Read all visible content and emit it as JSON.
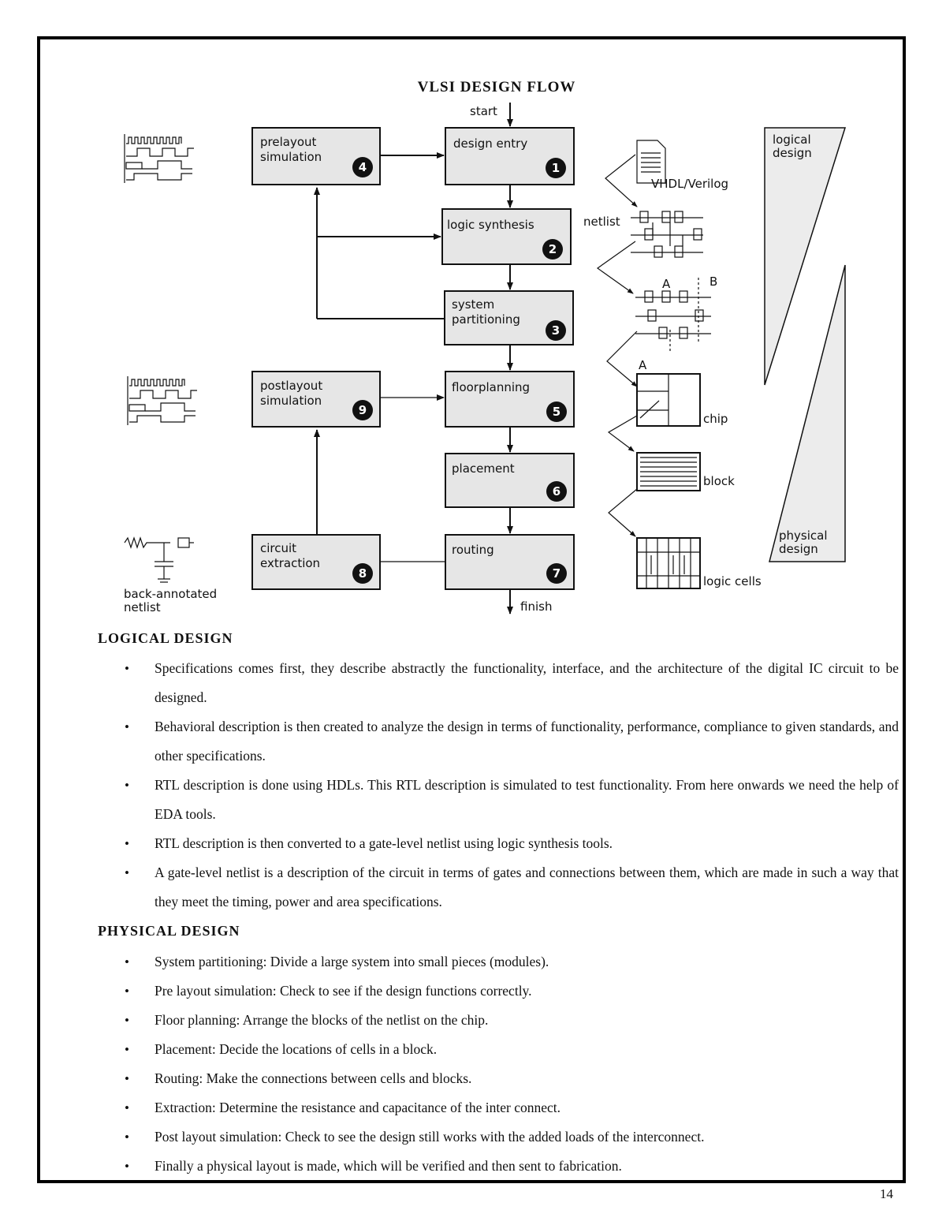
{
  "page": {
    "number": "14"
  },
  "diagram": {
    "title": "VLSI DESIGN FLOW",
    "start_label": "start",
    "finish_label": "finish",
    "steps": [
      {
        "label_lines": [
          "design entry"
        ],
        "number": "1"
      },
      {
        "label_lines": [
          "logic synthesis"
        ],
        "number": "2"
      },
      {
        "label_lines": [
          "system",
          "partitioning"
        ],
        "number": "3"
      },
      {
        "label_lines": [
          "prelayout",
          "simulation"
        ],
        "number": "4"
      },
      {
        "label_lines": [
          "floorplanning"
        ],
        "number": "5"
      },
      {
        "label_lines": [
          "placement"
        ],
        "number": "6"
      },
      {
        "label_lines": [
          "routing"
        ],
        "number": "7"
      },
      {
        "label_lines": [
          "circuit",
          "extraction"
        ],
        "number": "8"
      },
      {
        "label_lines": [
          "postlayout",
          "simulation"
        ],
        "number": "9"
      }
    ],
    "artifacts": {
      "hdl": "VHDL/Verilog",
      "netlist": "netlist",
      "partition_a": "A",
      "partition_b": "B",
      "floorplan_a": "A",
      "chip": "chip",
      "block": "block",
      "logic_cells": "logic cells",
      "backannotated": [
        "back-annotated",
        "netlist"
      ]
    },
    "side_labels": {
      "logical": [
        "logical",
        "design"
      ],
      "physical": [
        "physical",
        "design"
      ]
    }
  },
  "logical_design": {
    "heading": "LOGICAL DESIGN",
    "items": [
      "Specifications comes first, they describe abstractly the functionality, interface, and the architecture of the digital IC circuit to be designed.",
      "Behavioral description is then created to analyze the design in terms of functionality, performance, compliance to given standards, and other specifications.",
      "RTL description is done using HDLs. This RTL description is simulated to test functionality. From here onwards we need the help of EDA tools.",
      "RTL description is then converted to a gate-level netlist using logic synthesis tools.",
      "A gate-level netlist is a description of the circuit in terms of gates and connections between them, which are made in such a way that they meet the timing, power and area specifications."
    ]
  },
  "physical_design": {
    "heading": "PHYSICAL DESIGN",
    "items": [
      "System partitioning: Divide a large system into small pieces (modules).",
      "Pre layout simulation: Check to see if the design functions correctly.",
      "Floor planning: Arrange the blocks of the netlist on the chip.",
      "Placement: Decide the locations of cells in a block.",
      "Routing: Make the connections between cells and blocks.",
      "Extraction: Determine the resistance and capacitance of the inter connect.",
      "Post layout simulation: Check to see the design still works with the added loads of the interconnect.",
      "Finally a physical layout is made, which will be verified and then sent to fabrication."
    ]
  }
}
